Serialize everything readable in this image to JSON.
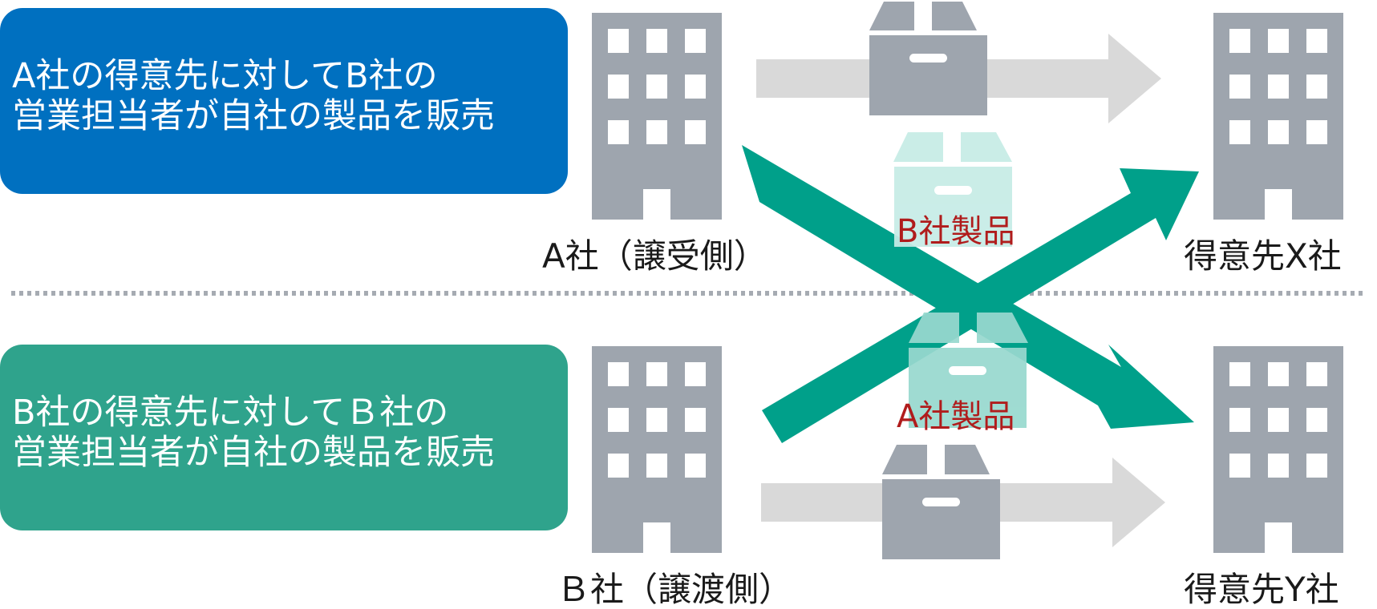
{
  "colors": {
    "panel_a": "#0070c0",
    "panel_b": "#2fa38c",
    "building": "#9ea5ae",
    "gray_arrow": "#d9d9d9",
    "teal_arrow": "#00a08a",
    "gray_box": "#9ea5ae",
    "teal_box_b": "#c6ece6",
    "teal_box_a": "#98d9cf",
    "box_handle": "#ffffff",
    "divider": "#a6abb2",
    "product_text": "#b01c1c"
  },
  "panels": {
    "a": {
      "line1": "A社の得意先に対してB社の",
      "line2": "営業担当者が自社の製品を販売"
    },
    "b": {
      "line1": "B社の得意先に対してＢ社の",
      "line2": "営業担当者が自社の製品を販売"
    }
  },
  "buildings": {
    "company_a": "A社（譲受側）",
    "company_b": "Ｂ社（譲渡側）",
    "customer_x": "得意先X社",
    "customer_y": "得意先Y社"
  },
  "products": {
    "b_product": "B社製品",
    "a_product": "A社製品"
  },
  "icons": [
    "building-icon",
    "box-icon",
    "arrow-icon"
  ]
}
